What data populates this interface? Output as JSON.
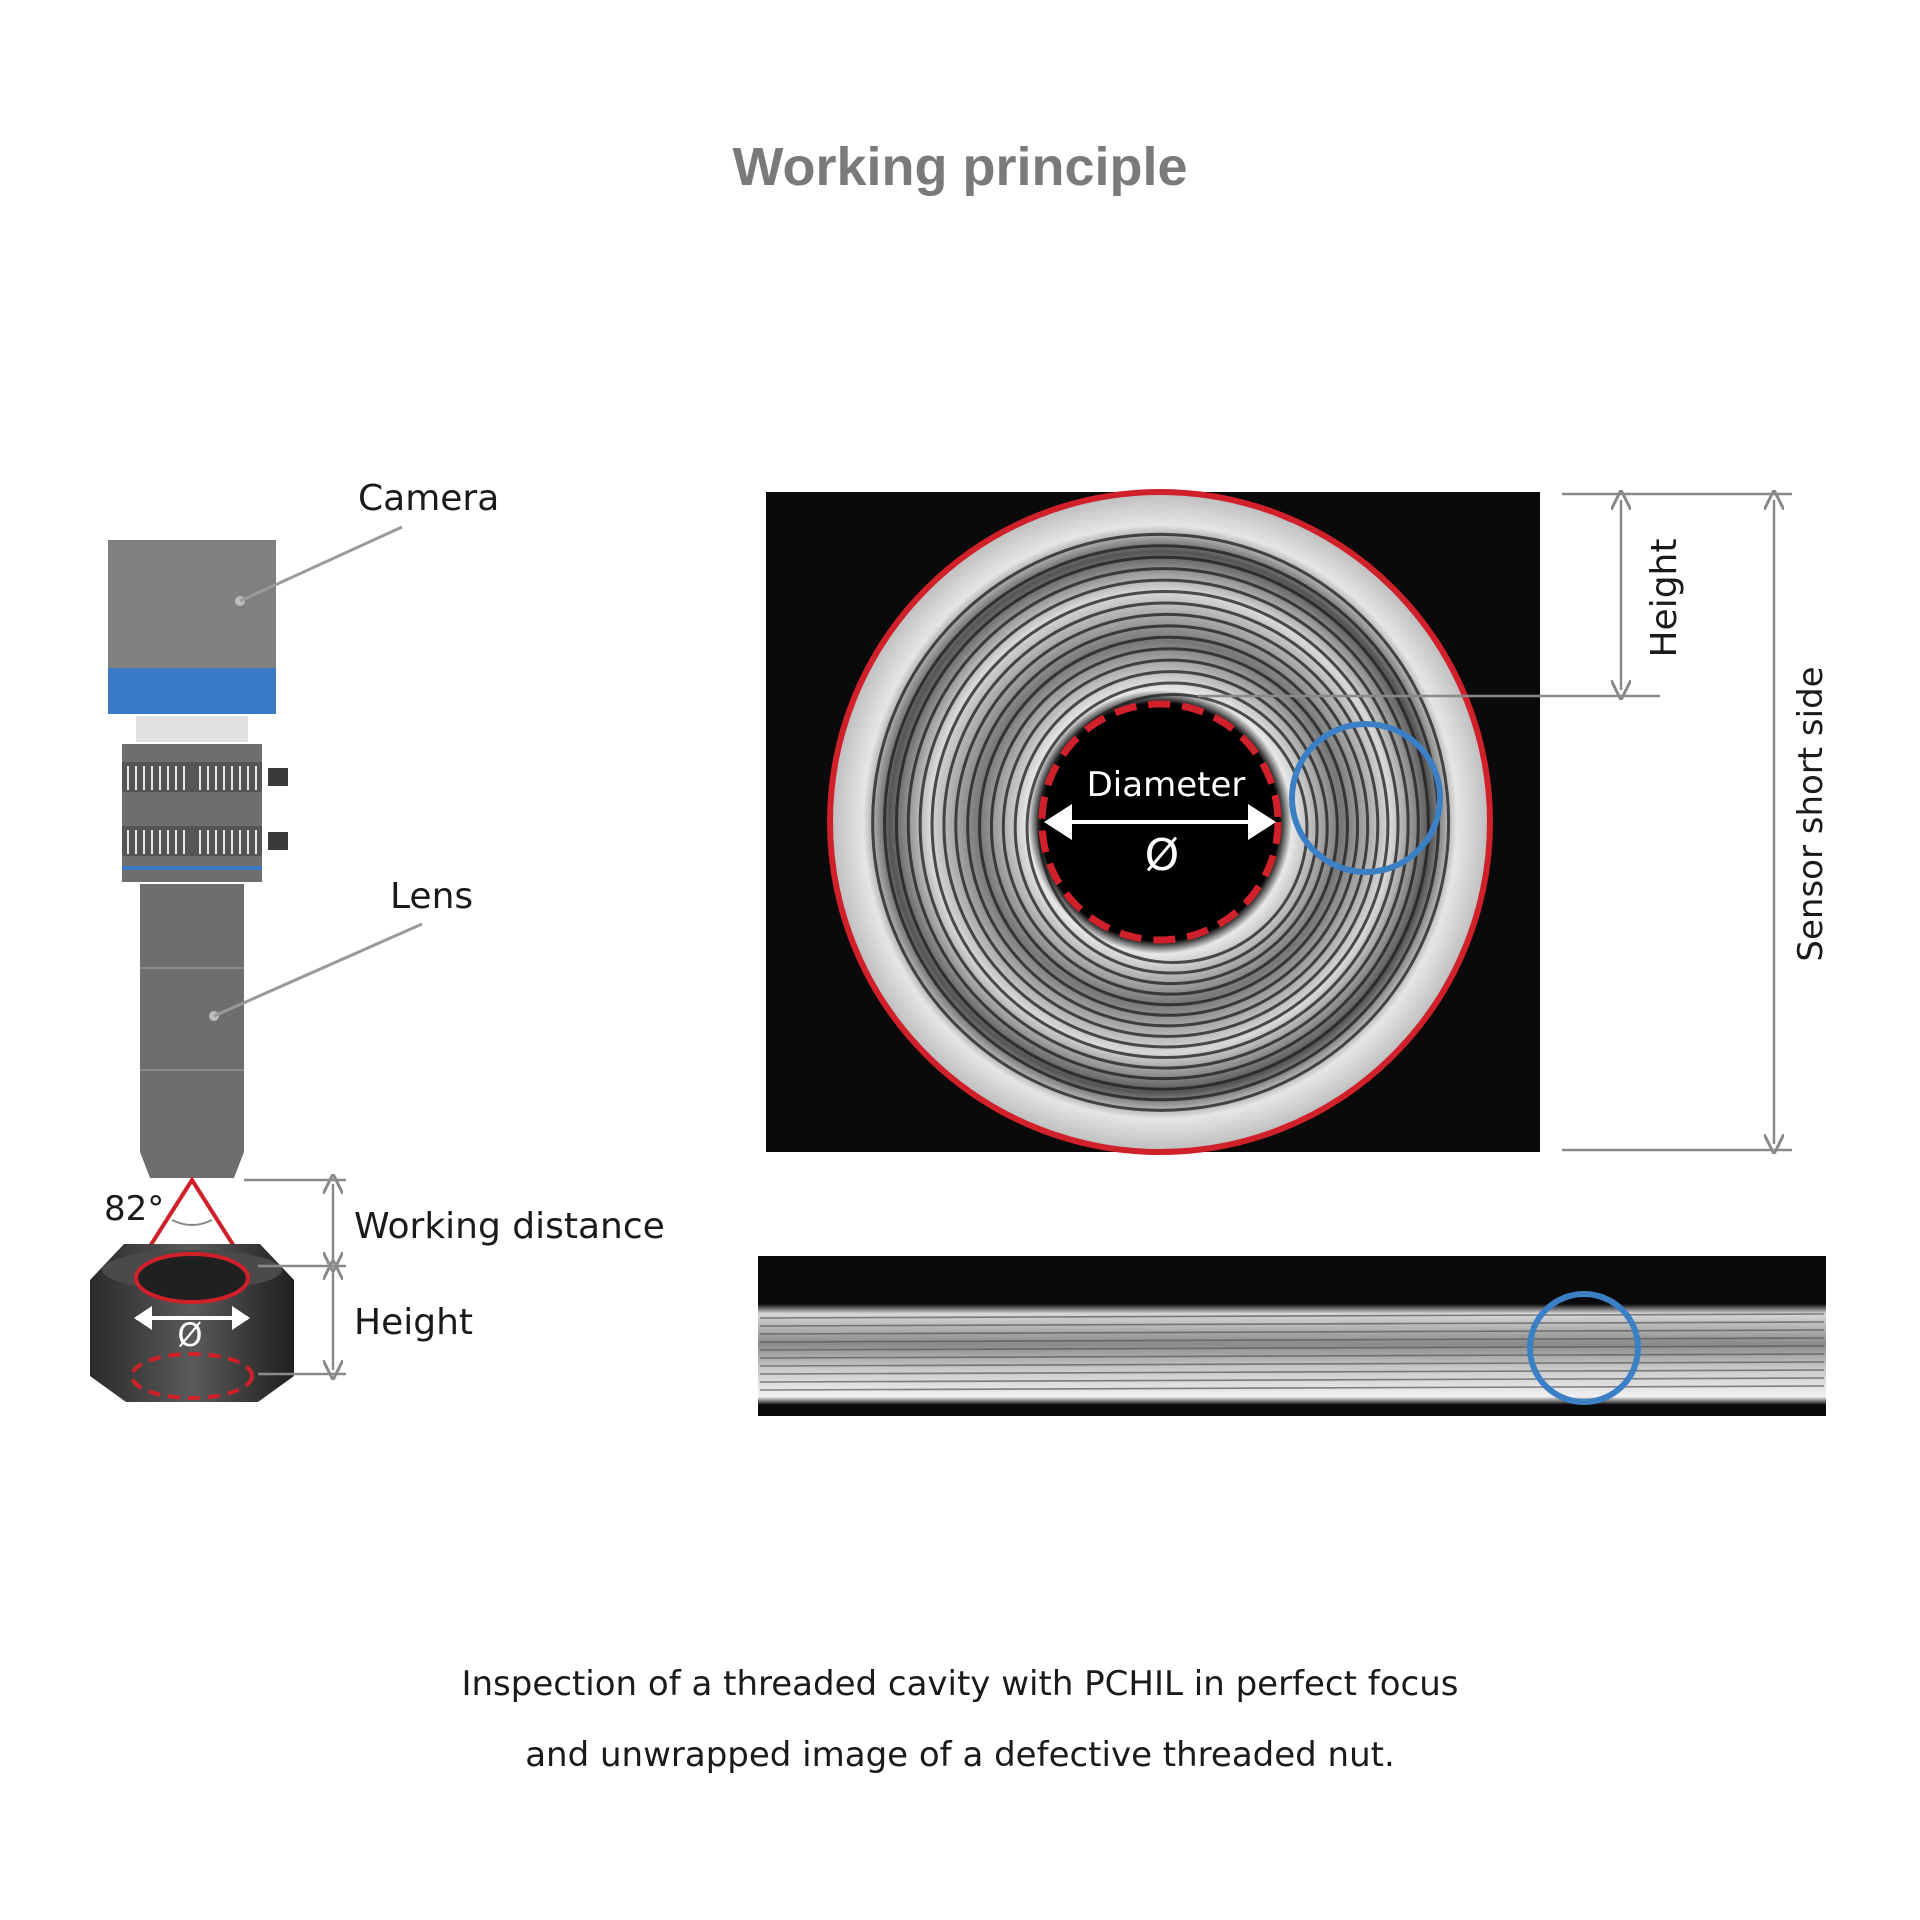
{
  "title": "Working principle",
  "labels": {
    "camera": "Camera",
    "lens": "Lens",
    "angle": "82°",
    "working_distance": "Working distance",
    "height_left": "Height",
    "diameter_symbol_left": "Ø",
    "diameter": "Diameter",
    "diameter_symbol": "Ø",
    "height_right": "Height",
    "sensor_short_side": "Sensor short side"
  },
  "caption": {
    "line1": "Inspection of a threaded cavity with PCHIL in perfect focus",
    "line2": "and unwrapped image of a defective threaded nut."
  },
  "colors": {
    "camera_body": "#808080",
    "camera_band": "#3a7bc8",
    "lens_body": "#6e6e6e",
    "red_marker": "#d0202a",
    "blue_marker": "#3b7fc4",
    "dimension_line": "#8a8a8a",
    "image_background": "#0a0a0a"
  }
}
